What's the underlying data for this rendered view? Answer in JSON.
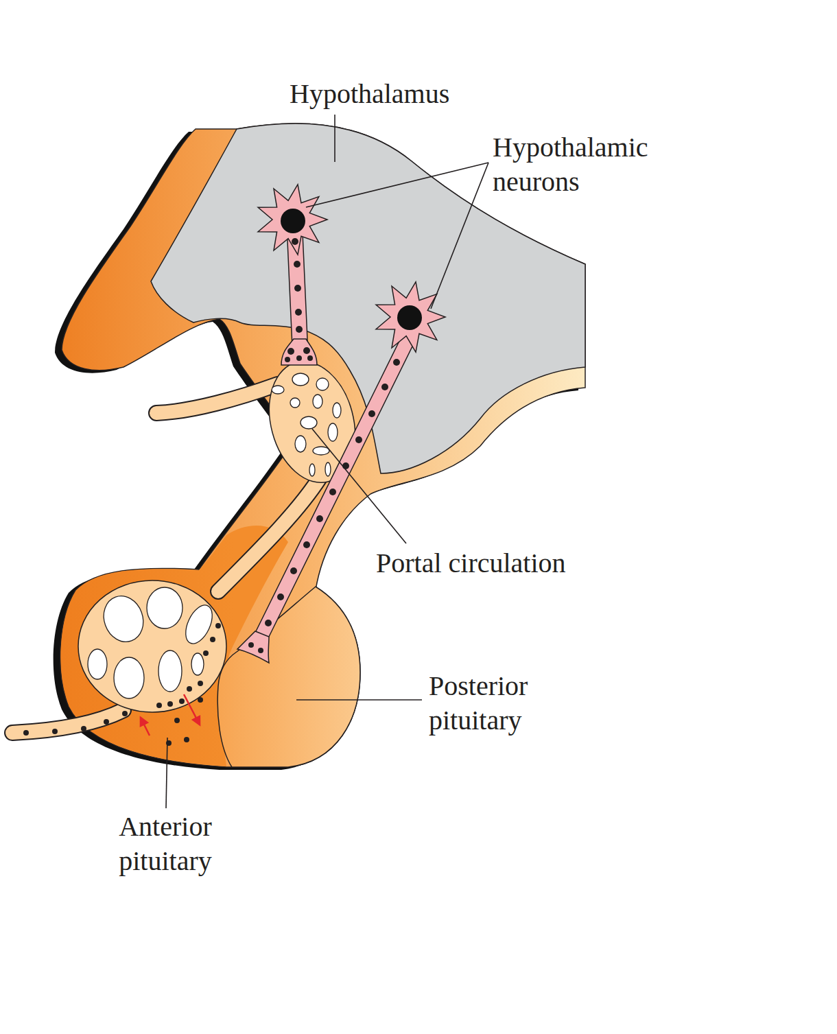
{
  "diagram": {
    "labels": [
      "Hypothalamus",
      "Hypothalamic neurons",
      "Portal circulation",
      "Posterior pituitary",
      "Anterior pituitary"
    ]
  }
}
